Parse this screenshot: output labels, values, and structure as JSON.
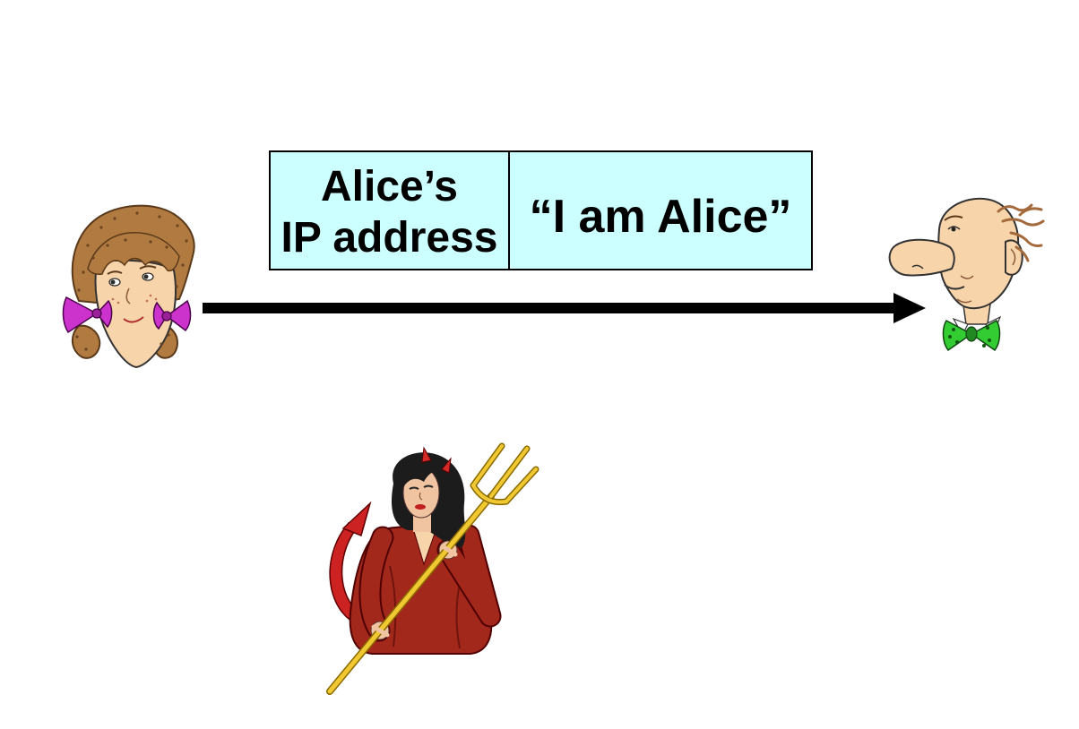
{
  "packet": {
    "address_line1": "Alice’s",
    "address_line2": "IP address",
    "payload": "“I am Alice”"
  },
  "icons": {
    "sender": "girl-face-icon",
    "receiver": "man-face-icon",
    "intruder": "devil-with-trident-icon",
    "arrow": "right-arrow-icon"
  },
  "colors": {
    "packet_fill": "#ccffff",
    "packet_border": "#000000",
    "arrow": "#000000",
    "girl_hair": "#b07a40",
    "girl_bow": "#cc33cc",
    "man_bow_tie": "#33cc33",
    "skin": "#f8d4aa",
    "devil_dress": "#a3281c",
    "devil_hair": "#1c1c1c",
    "devil_tail": "#cc2222",
    "trident": "#f0c832"
  }
}
